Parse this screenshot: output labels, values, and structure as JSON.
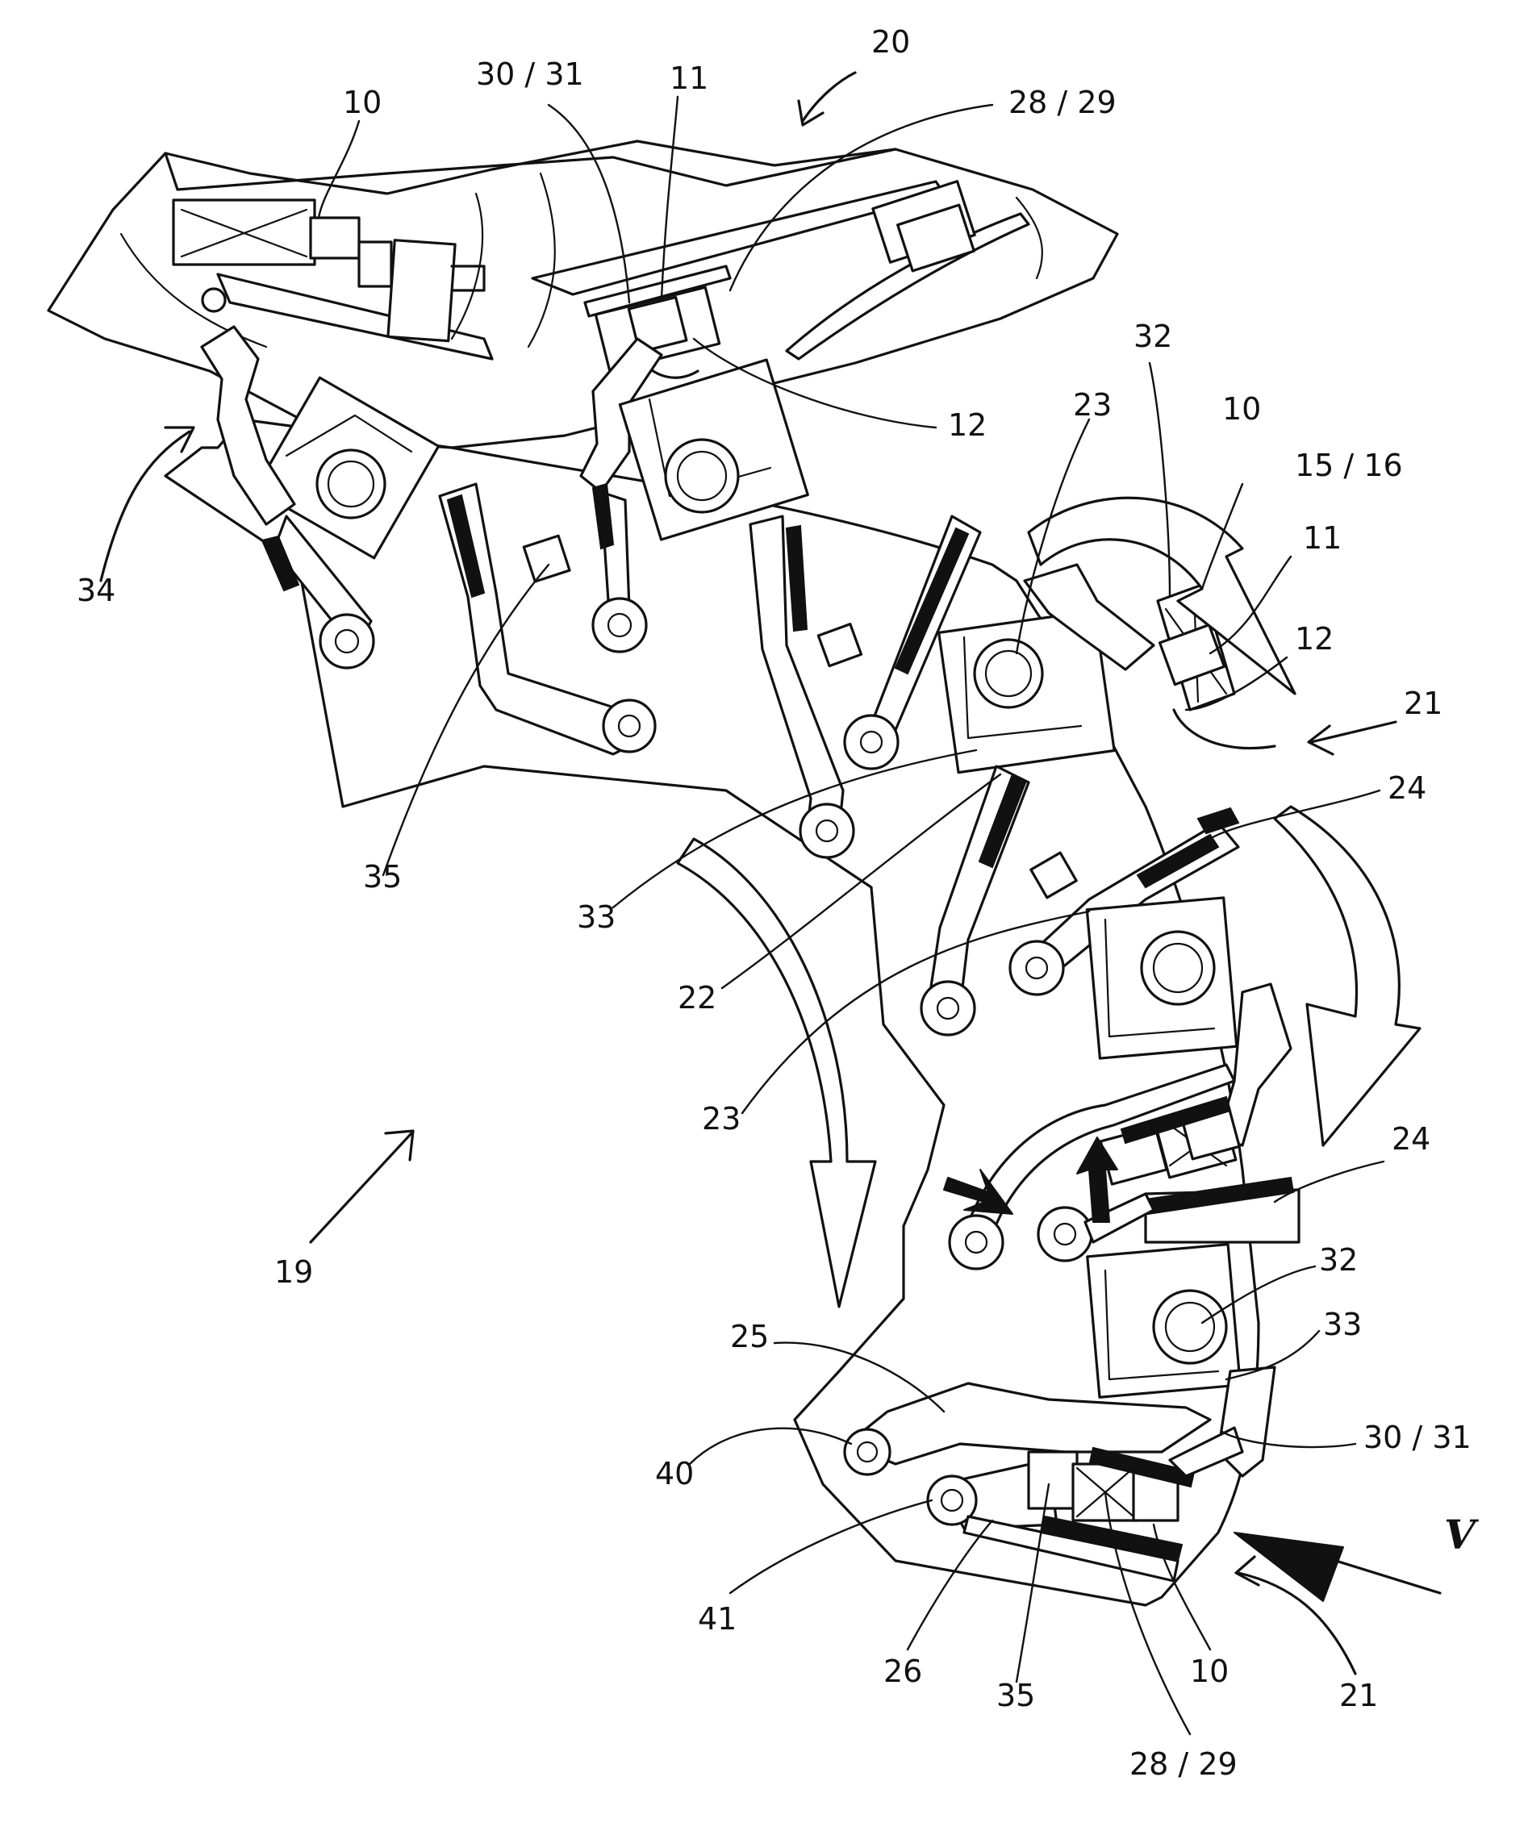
{
  "labels": [
    {
      "id": "ref-20",
      "text": "20"
    },
    {
      "id": "ref-30-31-top",
      "text": "30 / 31"
    },
    {
      "id": "ref-11-top",
      "text": "11"
    },
    {
      "id": "ref-28-29-top",
      "text": "28 / 29"
    },
    {
      "id": "ref-10-top",
      "text": "10"
    },
    {
      "id": "ref-12-top",
      "text": "12"
    },
    {
      "id": "ref-32-top",
      "text": "32"
    },
    {
      "id": "ref-23-top",
      "text": "23"
    },
    {
      "id": "ref-10-right",
      "text": "10"
    },
    {
      "id": "ref-15-16",
      "text": "15 / 16"
    },
    {
      "id": "ref-11-right",
      "text": "11"
    },
    {
      "id": "ref-12-right",
      "text": "12"
    },
    {
      "id": "ref-21-right",
      "text": "21"
    },
    {
      "id": "ref-24-upper",
      "text": "24"
    },
    {
      "id": "ref-34",
      "text": "34"
    },
    {
      "id": "ref-35-left",
      "text": "35"
    },
    {
      "id": "ref-33-left",
      "text": "33"
    },
    {
      "id": "ref-22",
      "text": "22"
    },
    {
      "id": "ref-23-mid",
      "text": "23"
    },
    {
      "id": "ref-24-lower",
      "text": "24"
    },
    {
      "id": "ref-19",
      "text": "19"
    },
    {
      "id": "ref-32-lower",
      "text": "32"
    },
    {
      "id": "ref-33-lower",
      "text": "33"
    },
    {
      "id": "ref-25",
      "text": "25"
    },
    {
      "id": "ref-30-31-lower",
      "text": "30 / 31"
    },
    {
      "id": "ref-40",
      "text": "40"
    },
    {
      "id": "ref-v",
      "text": "V"
    },
    {
      "id": "ref-41",
      "text": "41"
    },
    {
      "id": "ref-26",
      "text": "26"
    },
    {
      "id": "ref-35-lower",
      "text": "35"
    },
    {
      "id": "ref-10-lower",
      "text": "10"
    },
    {
      "id": "ref-21-lower",
      "text": "21"
    },
    {
      "id": "ref-28-29-lower",
      "text": "28 / 29"
    }
  ]
}
